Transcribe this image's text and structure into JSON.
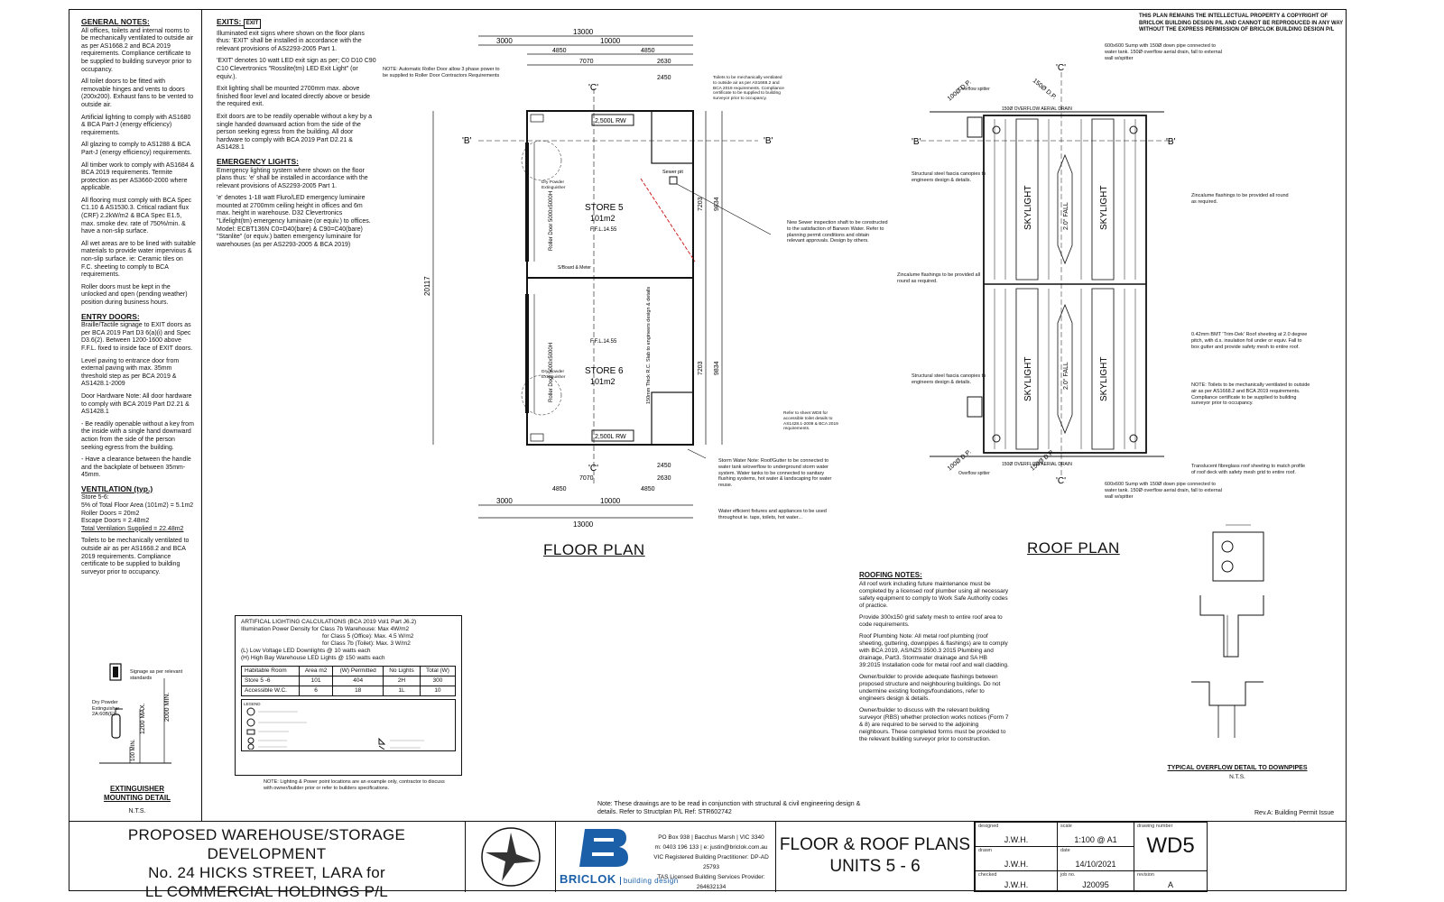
{
  "ip_notice": "THIS PLAN REMAINS THE INTELLECTUAL PROPERTY & COPYRIGHT OF BRICLOK BUILDING DESIGN P/L AND CANNOT BE REPRODUCED IN ANY WAY WITHOUT THE EXPRESS PERMISSION OF BRICLOK BUILDING DESIGN P/L",
  "general_notes": {
    "title": "GENERAL NOTES:",
    "items": [
      "All offices, toilets and internal rooms to be mechanically ventilated to outside air as per AS1668.2 and BCA 2019 requirements. Compliance certificate to be supplied to building surveyor prior to occupancy.",
      "All toilet doors to be fitted with removable hinges and vents to doors (200x200). Exhaust fans to be vented to outside air.",
      "Artificial lighting to comply with AS1680 & BCA Part-J (energy efficiency) requirements.",
      "All glazing to comply to AS1288 & BCA Part-J (energy efficiency) requirements.",
      "All timber work to comply with AS1684 & BCA 2019 requirements. Termite protection as per AS3660-2000 where applicable.",
      "All flooring must comply with BCA Spec C1.10 & AS1530.3. Critical radiant flux (CRF) 2.2kW/m2 & BCA Spec E1.5, max. smoke dev. rate of 750%/min. & have a non-slip surface.",
      "All wet areas are to be lined with suitable materials to provide water impervious & non-slip surface. ie: Ceramic tiles on F.C. sheeting to comply to BCA requirements.",
      "Roller doors must be kept in the unlocked and open (pending weather) position during business hours."
    ]
  },
  "entry_doors": {
    "title": "ENTRY DOORS:",
    "items": [
      "Braille/Tactile signage to EXIT doors as per BCA 2019 Part D3 6(a)(i) and Spec D3.6(2). Between 1200-1600 above F.F.L. fixed to inside face of EXIT doors.",
      "Level paving to entrance door from external paving with max. 35mm threshold step as per BCA 2019 & AS1428.1-2009",
      "Door Hardware Note: All door hardware to comply with BCA 2019 Part D2.21 & AS1428.1",
      "- Be readily openable without a key from the inside with a single hand downward action from the side of the person seeking egress from the building.",
      "- Have a clearance between the handle and the backplate of between 35mm-45mm."
    ]
  },
  "ventilation": {
    "title": "VENTILATION (typ.)",
    "lines": [
      "Store 5-6:",
      "5% of Total Floor Area (101m2) = 5.1m2",
      "Roller Doors = 20m2",
      "Escape Doors = 2.48m2",
      "Total Ventilation Supplied = 22.48m2"
    ],
    "note": "Toilets to be mechanically ventilated to outside air as per AS1668.2 and BCA 2019 requirements. Compliance certificate to be supplied to building surveyor prior to occupancy."
  },
  "exits": {
    "title": "EXITS:",
    "items": [
      "Illuminated exit signs where shown on the floor plans thus: 'EXIT' shall be installed in accordance with the relevant provisions of AS2293-2005 Part 1.",
      "'EXIT' denotes 10 watt LED exit sign as per; C0 D10 C90 C10 Clevertronics \"Rosslite(tm) LED Exit Light\" (or equiv.).",
      "Exit lighting shall be mounted 2700mm max. above finished floor level and located directly above or beside the required exit.",
      "Exit doors are to be readily openable without a key by a single handed downward action from the side of the person seeking egress from the building. All door hardware to comply with BCA 2019 Part D2.21 & AS1428.1"
    ]
  },
  "emergency_lights": {
    "title": "EMERGENCY LIGHTS:",
    "items": [
      "Emergency lighting system where shown on the floor plans thus: 'e' shall be installed in accordance with the relevant provisions of AS2293-2005 Part 1.",
      "'e' denotes 1-18 watt Fluro/LED emergency luminaire mounted at 2700mm ceiling height in offices and 6m max. height in warehouse. D32 Clevertronics \"Lifelight(tm) emergency luminaire (or equiv.) to offices. Model: ECBT136N C0=D40(bare) & C90=C40(bare) \"Stanlite\" (or equiv.) batten emergency luminaire for warehouses (as per AS2293-2005 & BCA 2019)"
    ]
  },
  "lighting_calc": {
    "title": "ARTIFICAL LIGHTING CALCULATIONS (BCA 2019 Vol1 Part J6.2)",
    "lines": [
      "Illumination Power Density for Class 7b Warehouse: Max 4W/m2",
      "for Class 5 (Office): Max. 4.5 W/m2",
      "for Class 7b (Toilet): Max. 3 W/m2",
      "(L) Low Voltage LED Downlights @ 10 watts each",
      "(H) High Bay Warehouse LED Lights @ 150 watts each"
    ],
    "headers": [
      "Habitable Room",
      "Area m2",
      "(W) Permitted",
      "No Lights",
      "Total (W)"
    ],
    "rows": [
      [
        "Store 5 -6",
        "101",
        "404",
        "2H",
        "300"
      ],
      [
        "Accessible W.C.",
        "6",
        "18",
        "1L",
        "10"
      ]
    ],
    "legend_title": "LEGEND",
    "footnote": "NOTE: Lighting & Power point locations are an example only, contractor to discuss with owner/builder prior or refer to builders specifications."
  },
  "extinguisher": {
    "sign_label": "Signage as per relevant standards",
    "ext_label": "Dry Powder Extinguisher 2A:60B(E)",
    "dim_a": "1200 MAX.",
    "dim_b": "2000 MIN.",
    "dim_c": "100 MIN.",
    "title": "EXTINGUISHER MOUNTING DETAIL",
    "scale": "N.T.S."
  },
  "floor_plan": {
    "title": "FLOOR PLAN",
    "store5": "STORE 5",
    "store5_area": "101m2",
    "store6": "STORE 6",
    "store6_area": "101m2",
    "ffl5": "F.F.L.14.55",
    "ffl6": "F.F.L.14.55",
    "overall_width": "13000",
    "left_seg": "3000",
    "right_seg": "10000",
    "dim_4850a": "4850",
    "dim_4850b": "4850",
    "dim_7070": "7070",
    "dim_2630": "2630",
    "dim_2450": "2450",
    "dim_20117": "20117",
    "dim_9834": "9834",
    "dim_7203": "7203",
    "tank_top": "2,500L RW",
    "tank_bottom": "2,500L RW",
    "roller5": "Roller Door 5000x5000H",
    "roller6": "Roller Door 5000x5000H",
    "section_c": "'C'",
    "section_b": "'B'",
    "exit": "EXIT",
    "note_roller": "NOTE: Automatic Roller Door allow 3 phase power to be supplied to Roller Door Contractors Requirements",
    "note_toilets": "Toilets to be mechanically ventilated to outside air as per AS1668.2 and BCA 2019 requirements. Compliance certificate to be supplied to building surveyor prior to occupancy.",
    "note_sewer": "New Sewer inspection shaft to be constructed to the satisfaction of Barwon Water. Refer to planning permit conditions and obtain relevant approvals. Design by others.",
    "note_storm": "Storm Water Note: Roof/Gutter to be connected to water tank w/overflow to underground storm water system. Water tanks to be connected to sanitary flushing systems, hot water & landscaping for water reuse.",
    "note_fixtures": "Water efficient fixtures and appliances to be used throughout ie. taps, toilets, hot water...",
    "note_sheet": "Refer to sheet WD8 for accessible toilet details to AS1428.1-2009 & BCA 2019 requirements.",
    "slab_note": "150mm Thick R.C. Slab to engineers design & details",
    "dry_powder": "Dry Powder Extinguisher",
    "sewer_pit": "Sewer pit",
    "board": "S/Board & Meter"
  },
  "roof_plan": {
    "title": "ROOF PLAN",
    "skylight": "SKYLIGHT",
    "fall": "2.0° FALL",
    "dp": "100Ø D.P.",
    "dp2": "150Ø D.P.",
    "overflow_drain": "150Ø OVERFLOW AERIAL DRAIN",
    "overflow_spitter": "Overflow spitter",
    "note_sump": "600x600 Sump with 150Ø down pipe connected to water tank. 150Ø overflow aerial drain, fall to external wall w/spitter",
    "note_fascia": "Structural steel fascia canopies to engineers design & details.",
    "note_zincalume": "Zincalume flashings to be provided all round as required.",
    "note_sheeting": "0.42mm BMT 'Trim-Dek' Roof sheeting at 2.0 degree pitch, with d.s. insulation foil under or equiv. Fall to box gutter and provide safety mesh to entire roof.",
    "note_toilets": "NOTE: Toilets to be mechanically ventilated to outside air as per AS1668.2 and BCA 2019 requirements. Compliance certificate to be supplied to building surveyor prior to occupancy.",
    "note_translucent": "Translucent fibreglass roof sheeting to match profile of roof deck with safety mesh grid to entire roof."
  },
  "roofing_notes": {
    "title": "ROOFING NOTES:",
    "items": [
      "All roof work including future maintenance must be completed by a licensed roof plumber using all necessary safety equipment to comply to Work Safe Authority codes of practice.",
      "Provide 300x150 grid safety mesh to entire roof area to code requirements.",
      "Roof Plumbing Note: All metal roof plumbing (roof sheeting, guttering, downpipes & flashings) are to comply with BCA 2019, AS/NZS 3500.3 2015 Plumbing and drainage, Part3. Stormwater drainage and SA HB 39:2015 Installation code for metal roof and wall cladding.",
      "Owner/builder to provide adequate flashings between proposed structure and neighbouring buildings. Do not undermine existing footings/foundations, refer to engineers design & details.",
      "Owner/builder to discuss with the relevant building surveyor (RBS) whether protection works notices (Form 7 & 8) are required to be served to the adjoining neighbours. These completed forms must be provided to the relevant building surveyor prior to construction."
    ]
  },
  "overflow_detail": {
    "title": "TYPICAL OVERFLOW DETAIL TO DOWNPIPES",
    "scale": "N.T.S."
  },
  "general_note_bottom": "Note: These drawings are to be read in conjunction with structural & civil engineering design & details. Refer to Structplan P/L Ref: STR602742",
  "revision_note": "Rev.A: Building Permit Issue",
  "title_block": {
    "project_line1": "PROPOSED WAREHOUSE/STORAGE DEVELOPMENT",
    "project_line2": "No. 24 HICKS STREET, LARA for",
    "project_line3": "LL COMMERCIAL HOLDINGS P/L",
    "brand_name": "BRICLOK",
    "brand_sub": "building design",
    "contact_1": "PO Box 938 | Bacchus Marsh | VIC 3340",
    "contact_2": "m: 0403 196 133 | e: justin@briclok.com.au",
    "contact_3": "VIC Registered Building Practitioner: DP-AD 25793",
    "contact_4": "TAS Licensed Building Services Provider: 264632134",
    "sheet_line1": "FLOOR & ROOF PLANS",
    "sheet_line2": "UNITS 5 - 6",
    "designed_label": "designed",
    "designed": "J.W.H.",
    "drawn_label": "drawn",
    "drawn": "J.W.H.",
    "checked_label": "checked",
    "checked": "J.W.H.",
    "scale_label": "scale",
    "scale": "1:100 @ A1",
    "date_label": "date",
    "date": "14/10/2021",
    "job_label": "job no.",
    "job": "J20095",
    "drawing_label": "drawing number",
    "drawing": "WD5",
    "revision_label": "revision",
    "revision": "A"
  },
  "colors": {
    "line": "#111111",
    "section_red": "#cc2222"
  }
}
